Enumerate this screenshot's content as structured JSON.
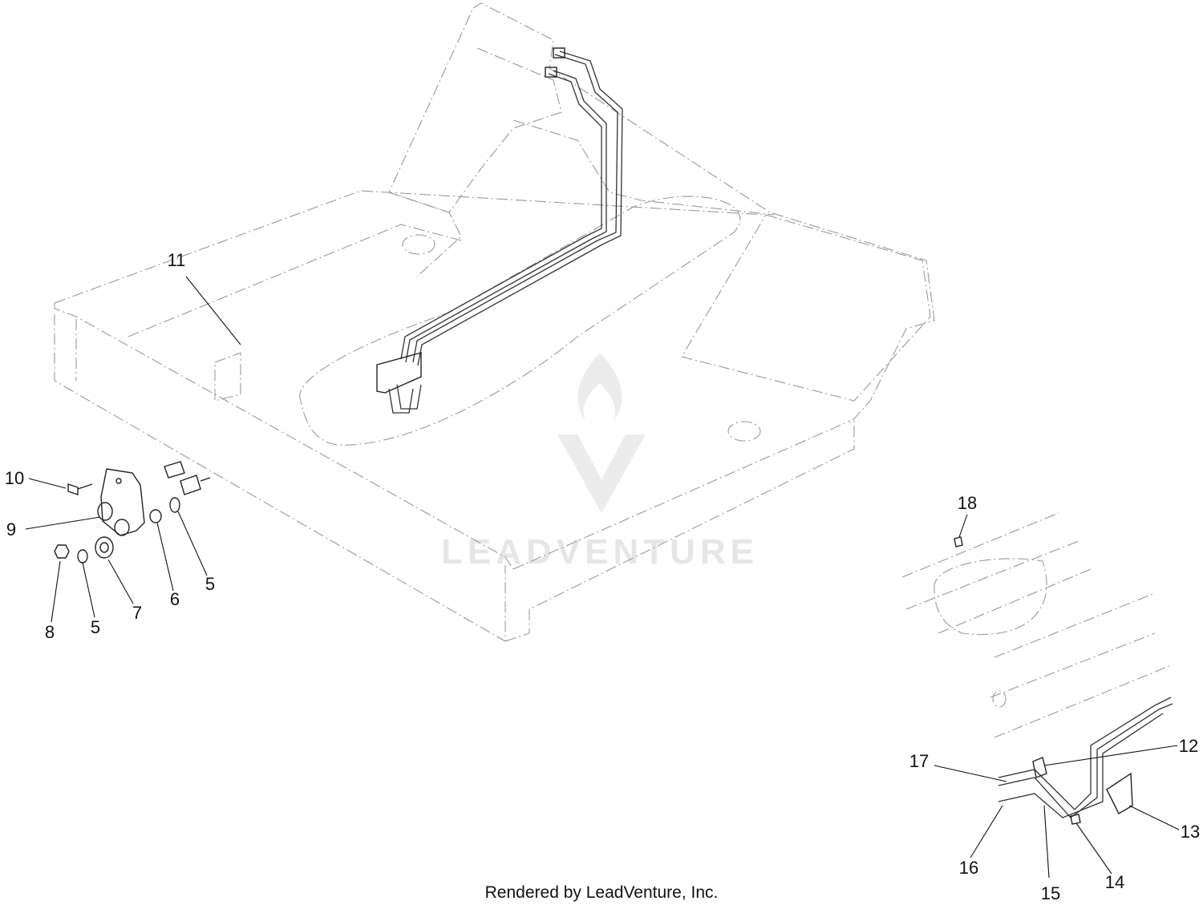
{
  "diagram": {
    "callouts": [
      {
        "id": "c11",
        "label": "11"
      },
      {
        "id": "c10",
        "label": "10"
      },
      {
        "id": "c9",
        "label": "9"
      },
      {
        "id": "c8",
        "label": "8"
      },
      {
        "id": "c5a",
        "label": "5"
      },
      {
        "id": "c7",
        "label": "7"
      },
      {
        "id": "c6",
        "label": "6"
      },
      {
        "id": "c5b",
        "label": "5"
      },
      {
        "id": "c18",
        "label": "18"
      },
      {
        "id": "c12",
        "label": "12"
      },
      {
        "id": "c17",
        "label": "17"
      },
      {
        "id": "c13",
        "label": "13"
      },
      {
        "id": "c16",
        "label": "16"
      },
      {
        "id": "c15",
        "label": "15"
      },
      {
        "id": "c14",
        "label": "14"
      }
    ],
    "watermark": "LEADVENTURE",
    "footer": "Rendered by LeadVenture, Inc."
  }
}
